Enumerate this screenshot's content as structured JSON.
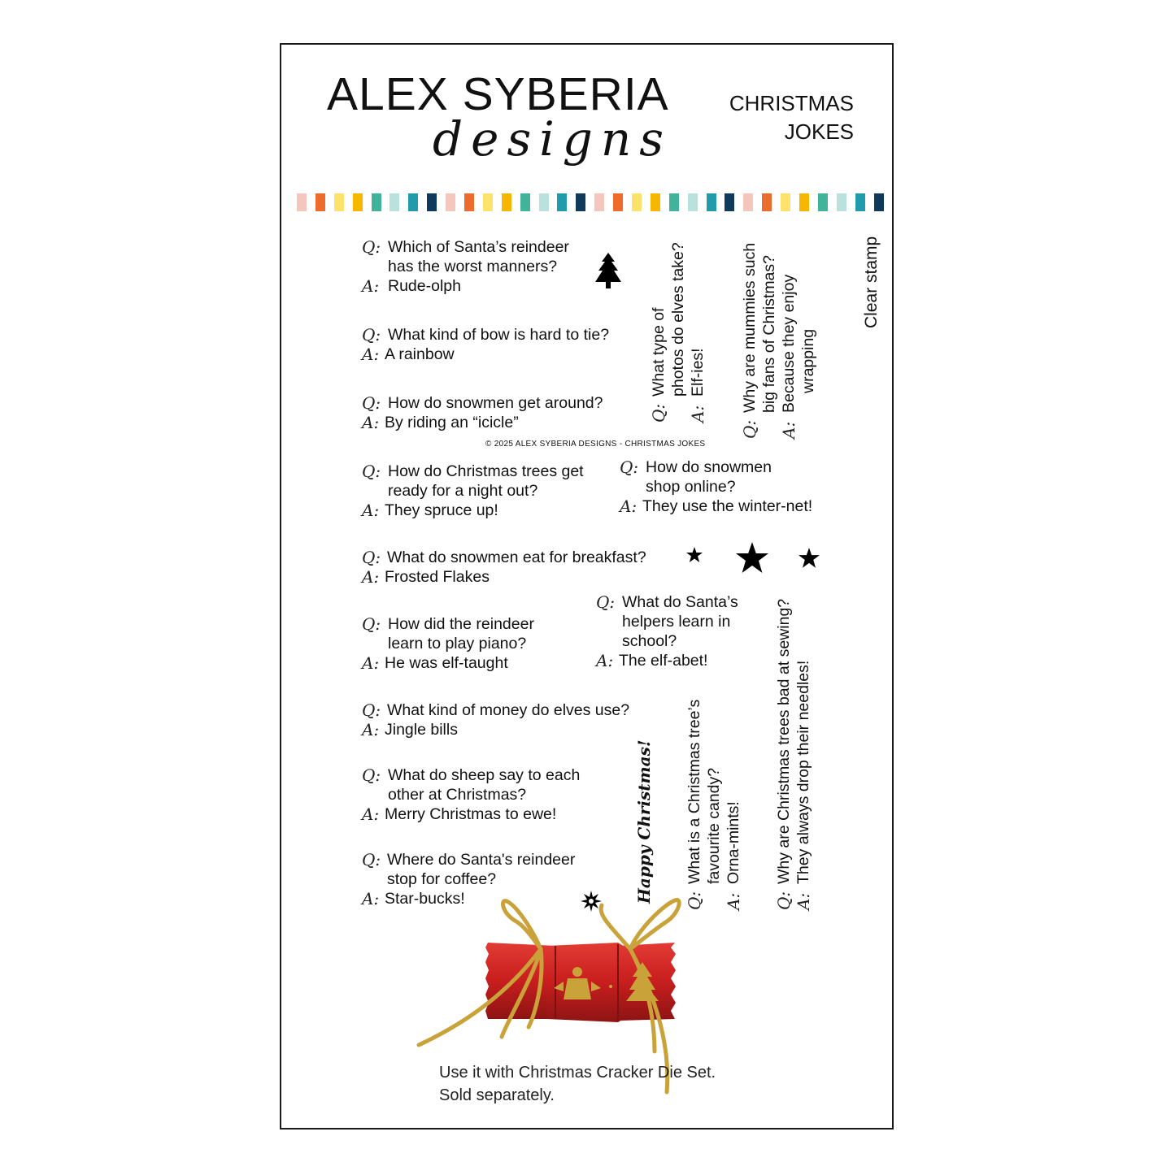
{
  "brand": {
    "name": "ALEX SYBERIA",
    "script": "designs"
  },
  "product": {
    "line1": "CHRISTMAS",
    "line2": "JOKES"
  },
  "palette": [
    "#f4c6bd",
    "#ec6b2d",
    "#fde26b",
    "#f7b600",
    "#40b39a",
    "#b9e2dd",
    "#1f9bac",
    "#0f3a5c"
  ],
  "prefix": {
    "q": "Q:",
    "a": "A:"
  },
  "jokes": [
    {
      "q1": "Which of Santa’s reindeer",
      "q2": "has the worst manners?",
      "a": "Rude-olph"
    },
    {
      "q1": "What kind of bow is hard to tie?",
      "a": "A rainbow"
    },
    {
      "q1": "How do snowmen get around?",
      "a": "By riding an “icicle”"
    },
    {
      "q1": "How do Christmas trees get",
      "q2": "ready for a night out?",
      "a": "They spruce up!"
    },
    {
      "q1": "How do snowmen",
      "q2": "shop online?",
      "a": "They use the winter-net!"
    },
    {
      "q1": "What do snowmen eat for breakfast?",
      "a": "Frosted Flakes"
    },
    {
      "q1": "How did the reindeer",
      "q2": "learn to play piano?",
      "a": "He was elf-taught"
    },
    {
      "q1": "What do Santa’s",
      "q2": "helpers learn in",
      "q3": "school?",
      "a": "The elf-abet!"
    },
    {
      "q1": "What kind of money do elves use?",
      "a": "Jingle bills"
    },
    {
      "q1": "What do sheep say to each",
      "q2": "other at Christmas?",
      "a": "Merry Christmas to ewe!"
    },
    {
      "q1": "Where do Santa's reindeer",
      "q2": "stop for coffee?",
      "a": "Star-bucks!"
    }
  ],
  "vertical_jokes": [
    {
      "q1": "What type of",
      "q2": "photos do elves take?",
      "a": "Elf-ies!"
    },
    {
      "q1": "Why are mummies such",
      "q2": "big fans of Christmas?",
      "a1": "Because they enjoy",
      "a2": "wrapping"
    },
    {
      "q1": "What is a Christmas tree’s",
      "q2": "favourite candy?",
      "a": "Orna-mints!"
    },
    {
      "q1": "Why are Christmas trees bad at sewing?",
      "a": "They always drop their needles!"
    }
  ],
  "copyright": "© 2025 ALEX SYBERIA DESIGNS - CHRISTMAS JOKES",
  "clear_stamp": "Clear stamp",
  "happy": "Happy Christmas!",
  "note": {
    "line1": "Use it with Christmas Cracker Die Set.",
    "line2": "Sold separately."
  },
  "icons": [
    "tree-icon",
    "star-small-icon",
    "star-large-icon",
    "star-medium-icon",
    "starburst-icon",
    "christmas-cracker-image"
  ],
  "colors": {
    "cracker": "#c81e1e",
    "ribbon": "#c9a23a",
    "border": "#1a1a1a"
  }
}
